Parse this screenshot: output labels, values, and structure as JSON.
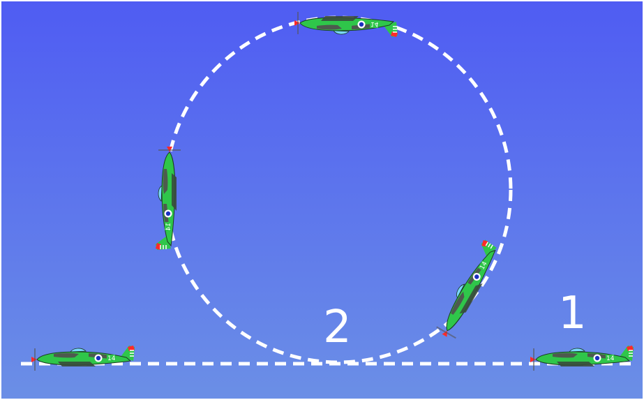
{
  "diagram": {
    "position_labels": [
      "1",
      "2"
    ],
    "background": {
      "top": "#4f5cf3",
      "bottom": "#6b8fe6"
    },
    "path_color": "#ffffff",
    "aircraft": {
      "camouflage": [
        "#2fc64a",
        "#4d5a4e"
      ],
      "markings": [
        "#ff2a2a",
        "#ffffff",
        "#1b2fbf"
      ],
      "tail_number": "14"
    }
  }
}
